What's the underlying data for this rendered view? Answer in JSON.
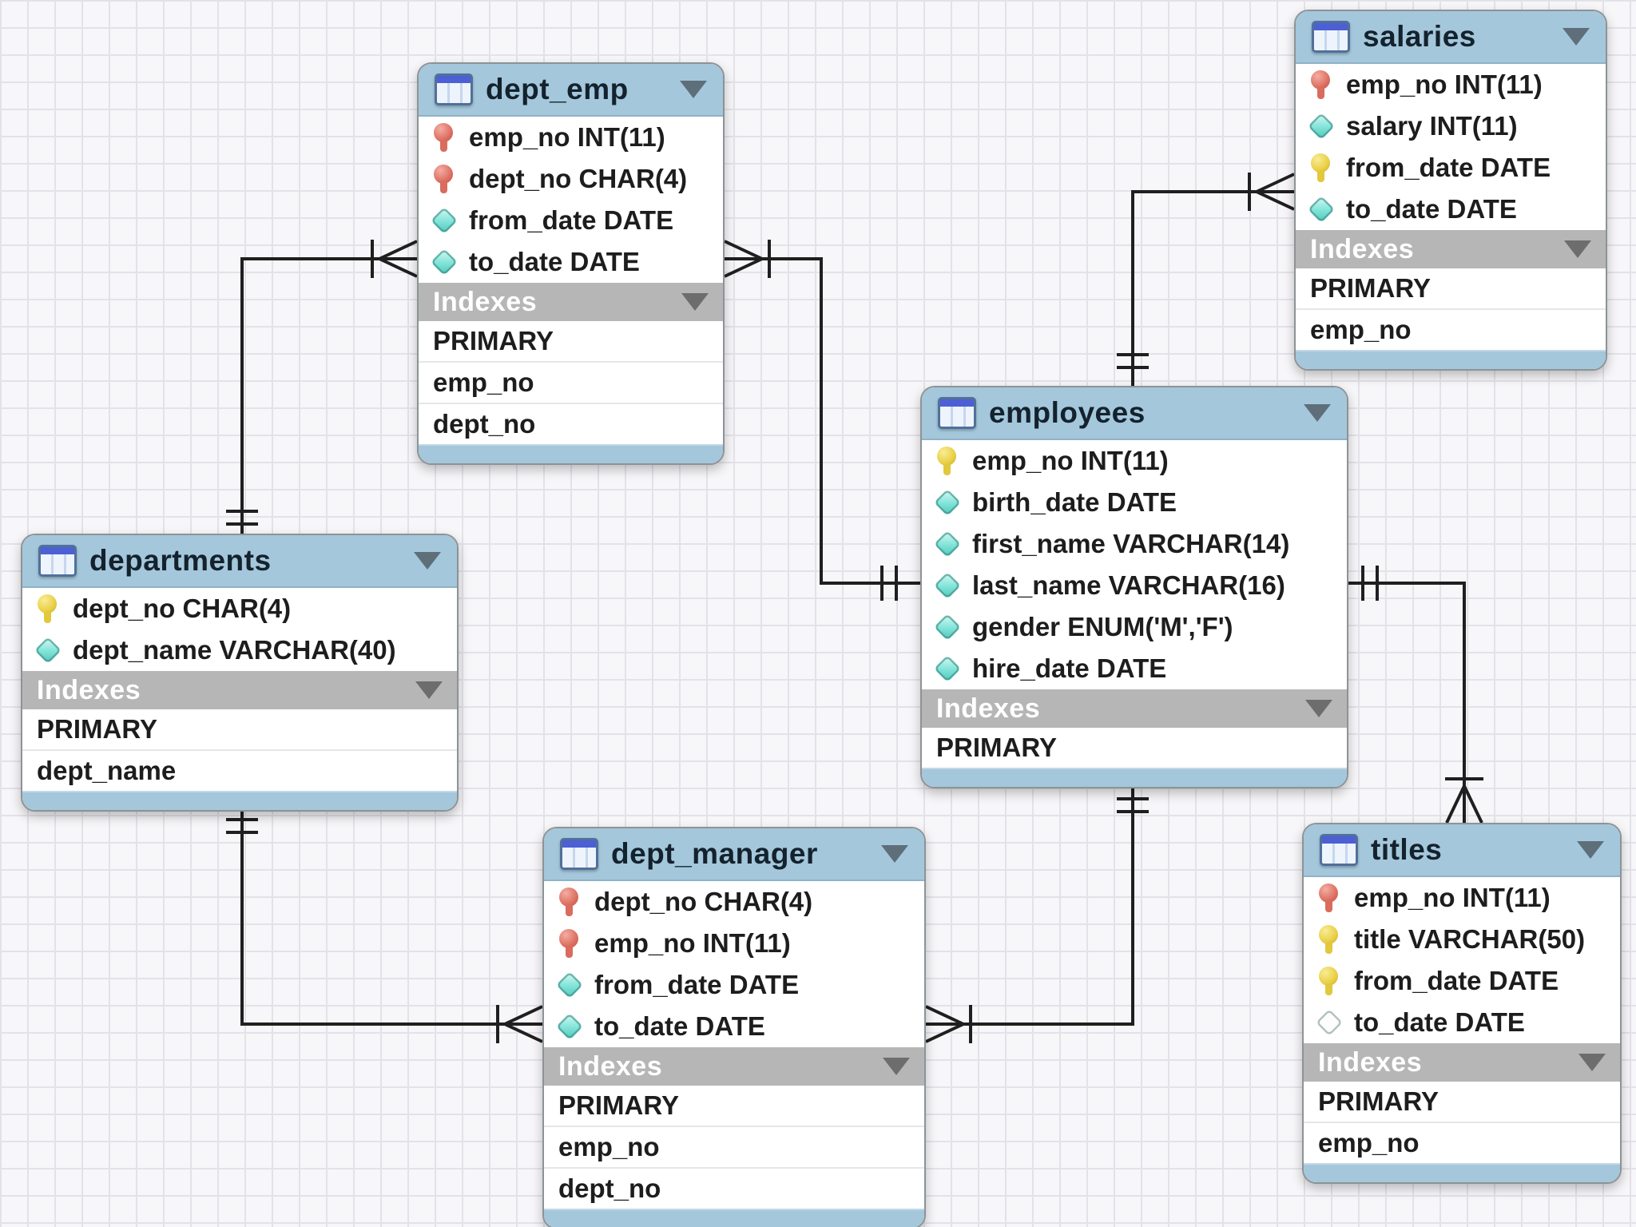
{
  "colors": {
    "canvas_background": "#f7f6f8",
    "grid_line": "#e3e2e9",
    "table_header_blue": "#a4c7db",
    "indexes_header_gray": "#b6b6b6",
    "primary_foreign_key_red": "#dd6f61",
    "primary_key_yellow": "#e9cf45",
    "not_null_column_cyan": "#7fe3d8",
    "nullable_column_white": "#fdfdfd",
    "connector_line": "#1f1f1f"
  },
  "tables": [
    {
      "name": "dept_emp",
      "indexes_label": "Indexes",
      "columns": [
        {
          "icon": "key-red",
          "text": "emp_no INT(11)"
        },
        {
          "icon": "key-red",
          "text": "dept_no CHAR(4)"
        },
        {
          "icon": "diamond",
          "text": "from_date DATE"
        },
        {
          "icon": "diamond",
          "text": "to_date DATE"
        }
      ],
      "indexes": [
        "PRIMARY",
        "emp_no",
        "dept_no"
      ]
    },
    {
      "name": "salaries",
      "indexes_label": "Indexes",
      "columns": [
        {
          "icon": "key-red",
          "text": "emp_no INT(11)"
        },
        {
          "icon": "diamond",
          "text": "salary INT(11)"
        },
        {
          "icon": "key-yellow",
          "text": "from_date DATE"
        },
        {
          "icon": "diamond",
          "text": "to_date DATE"
        }
      ],
      "indexes": [
        "PRIMARY",
        "emp_no"
      ]
    },
    {
      "name": "employees",
      "indexes_label": "Indexes",
      "columns": [
        {
          "icon": "key-yellow",
          "text": "emp_no INT(11)"
        },
        {
          "icon": "diamond",
          "text": "birth_date DATE"
        },
        {
          "icon": "diamond",
          "text": "first_name VARCHAR(14)"
        },
        {
          "icon": "diamond",
          "text": "last_name VARCHAR(16)"
        },
        {
          "icon": "diamond",
          "text": "gender ENUM('M','F')"
        },
        {
          "icon": "diamond",
          "text": "hire_date DATE"
        }
      ],
      "indexes": [
        "PRIMARY"
      ]
    },
    {
      "name": "departments",
      "indexes_label": "Indexes",
      "columns": [
        {
          "icon": "key-yellow",
          "text": "dept_no CHAR(4)"
        },
        {
          "icon": "diamond",
          "text": "dept_name VARCHAR(40)"
        }
      ],
      "indexes": [
        "PRIMARY",
        "dept_name"
      ]
    },
    {
      "name": "dept_manager",
      "indexes_label": "Indexes",
      "columns": [
        {
          "icon": "key-red",
          "text": "dept_no CHAR(4)"
        },
        {
          "icon": "key-red",
          "text": "emp_no INT(11)"
        },
        {
          "icon": "diamond",
          "text": "from_date DATE"
        },
        {
          "icon": "diamond",
          "text": "to_date DATE"
        }
      ],
      "indexes": [
        "PRIMARY",
        "emp_no",
        "dept_no"
      ]
    },
    {
      "name": "titles",
      "indexes_label": "Indexes",
      "columns": [
        {
          "icon": "key-red",
          "text": "emp_no INT(11)"
        },
        {
          "icon": "key-yellow",
          "text": "title VARCHAR(50)"
        },
        {
          "icon": "key-yellow",
          "text": "from_date DATE"
        },
        {
          "icon": "diamond-hollow",
          "text": "to_date DATE"
        }
      ],
      "indexes": [
        "PRIMARY",
        "emp_no"
      ]
    }
  ],
  "relationships": [
    {
      "one_side": "departments",
      "many_side": "dept_emp",
      "one_marker": "double-tick",
      "many_marker": "crow-foot-with-tick"
    },
    {
      "one_side": "employees",
      "many_side": "dept_emp",
      "one_marker": "double-tick",
      "many_marker": "crow-foot-with-tick"
    },
    {
      "one_side": "employees",
      "many_side": "salaries",
      "one_marker": "double-tick",
      "many_marker": "crow-foot-with-tick"
    },
    {
      "one_side": "employees",
      "many_side": "titles",
      "one_marker": "double-tick",
      "many_marker": "crow-foot-with-tick"
    },
    {
      "one_side": "employees",
      "many_side": "dept_manager",
      "one_marker": "double-tick",
      "many_marker": "crow-foot-with-tick"
    },
    {
      "one_side": "departments",
      "many_side": "dept_manager",
      "one_marker": "double-tick",
      "many_marker": "crow-foot-with-tick"
    }
  ]
}
